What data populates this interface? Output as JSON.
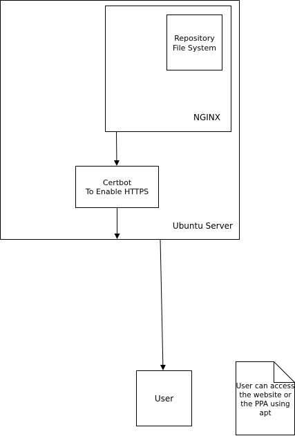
{
  "diagram": {
    "colors": {
      "stroke": "#000000",
      "fill": "#ffffff",
      "text": "#000000"
    },
    "ubuntu_server": {
      "label": "Ubuntu Server"
    },
    "nginx": {
      "label": "NGINX"
    },
    "repository": {
      "line1": "Repository",
      "line2": "File System"
    },
    "certbot": {
      "line1": "Certbot",
      "line2": "To Enable HTTPS"
    },
    "user": {
      "label": "User"
    },
    "note": {
      "line1": "User can access",
      "line2": "the website or",
      "line3": "the PPA using",
      "line4": "apt"
    }
  }
}
